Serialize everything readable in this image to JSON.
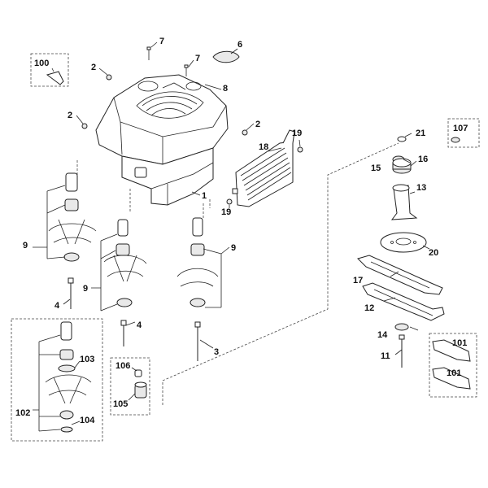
{
  "callouts": {
    "c1": "1",
    "c2a": "2",
    "c2b": "2",
    "c2c": "2",
    "c3": "3",
    "c4a": "4",
    "c4b": "4",
    "c6": "6",
    "c7a": "7",
    "c7b": "7",
    "c8": "8",
    "c9a": "9",
    "c9b": "9",
    "c9c": "9",
    "c11": "11",
    "c12": "12",
    "c13": "13",
    "c14": "14",
    "c15": "15",
    "c16": "16",
    "c17": "17",
    "c18": "18",
    "c19a": "19",
    "c19b": "19",
    "c20": "20",
    "c21": "21",
    "c100": "100",
    "c101a": "101",
    "c101b": "101",
    "c102": "102",
    "c103": "103",
    "c104": "104",
    "c105": "105",
    "c106": "106",
    "c107": "107"
  }
}
